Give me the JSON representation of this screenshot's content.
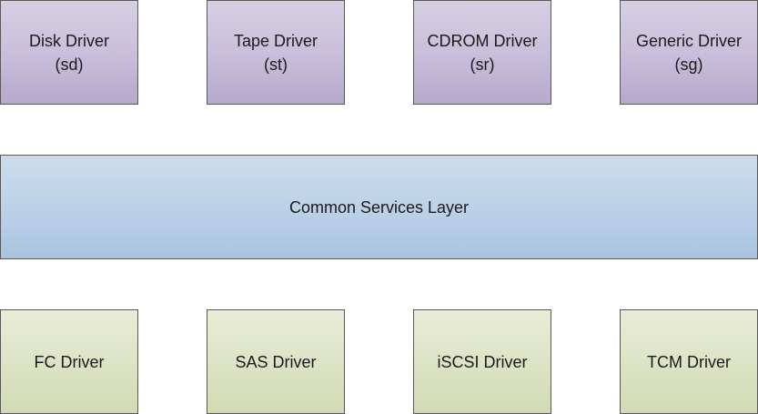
{
  "upper_drivers": [
    {
      "name": "Disk Driver",
      "code": "(sd)"
    },
    {
      "name": "Tape Driver",
      "code": "(st)"
    },
    {
      "name": "CDROM Driver",
      "code": "(sr)"
    },
    {
      "name": "Generic Driver",
      "code": "(sg)"
    }
  ],
  "middle_layer": {
    "label": "Common Services Layer"
  },
  "lower_drivers": [
    {
      "name": "FC Driver"
    },
    {
      "name": "SAS Driver"
    },
    {
      "name": "iSCSI Driver"
    },
    {
      "name": "TCM Driver"
    }
  ],
  "colors": {
    "upper_fill": "#c9bfdb",
    "middle_fill": "#bcd2e8",
    "lower_fill": "#dde4c6",
    "border": "#595959"
  }
}
